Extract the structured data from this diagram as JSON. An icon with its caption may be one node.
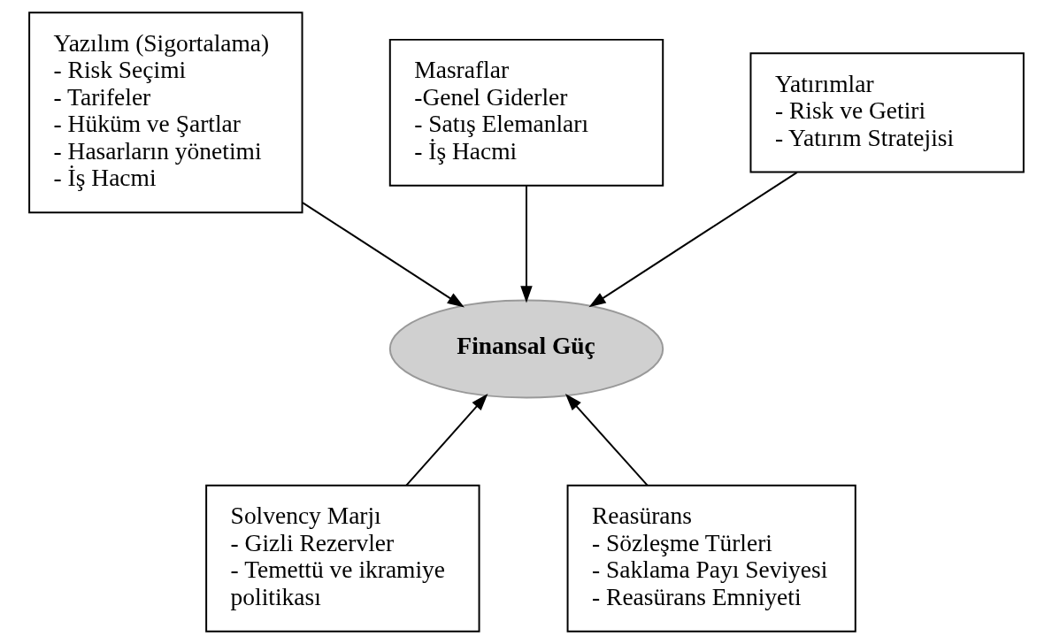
{
  "diagram": {
    "nodes": [
      {
        "text": [
          "Yazılım (Sigortalama)",
          "- Risk Seçimi",
          "- Tarifeler",
          "- Hüküm ve Şartlar",
          "- Hasarların yönetimi",
          "- İş Hacmi"
        ]
      },
      {
        "text": [
          "Masraflar",
          "-Genel Giderler",
          "- Satış Elemanları",
          "- İş Hacmi"
        ]
      },
      {
        "text": [
          "Yatırımlar",
          "- Risk ve Getiri",
          "- Yatırım Stratejisi"
        ]
      },
      {
        "text": [
          "Finansal Güç"
        ]
      },
      {
        "text": [
          "Solvency Marjı",
          "- Gizli Rezervler",
          "- Temettü ve ikramiye politikası"
        ]
      },
      {
        "text": [
          "Reasürans",
          "- Sözleşme Türleri",
          "- Saklama Payı Seviyesi",
          "- Reasürans Emniyeti"
        ]
      }
    ],
    "edges": [
      {
        "from": 0,
        "to": 3,
        "arrow": "to"
      },
      {
        "from": 1,
        "to": 3,
        "arrow": "to"
      },
      {
        "from": 2,
        "to": 3,
        "arrow": "to"
      },
      {
        "from": 4,
        "to": 3,
        "arrow": "to"
      },
      {
        "from": 5,
        "to": 3,
        "arrow": "to"
      }
    ]
  }
}
